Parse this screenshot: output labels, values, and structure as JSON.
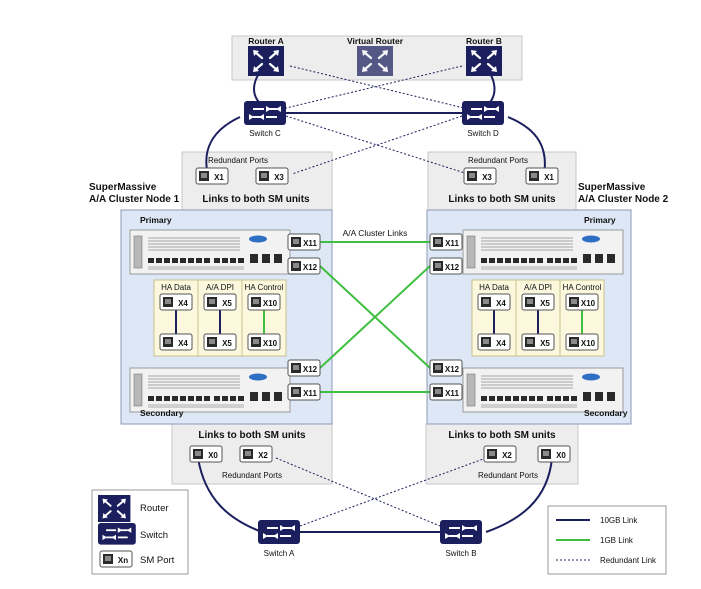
{
  "routers": {
    "a": "Router A",
    "virtual": "Virtual Router",
    "b": "Router B"
  },
  "switches": {
    "c": "Switch C",
    "d": "Switch D",
    "a": "Switch A",
    "b": "Switch B"
  },
  "text": {
    "redundant_ports": "Redundant Ports",
    "links_both": "Links to both SM units",
    "node1_line1": "SuperMassive",
    "node1_line2": "A/A Cluster Node  1",
    "node2_line1": "SuperMassive",
    "node2_line2": "A/A Cluster Node  2",
    "primary": "Primary",
    "secondary": "Secondary",
    "aa_cluster_links": "A/A Cluster Links",
    "ha_data": "HA Data",
    "aa_dpi": "A/A DPI",
    "ha_control": "HA Control"
  },
  "ports": {
    "x0": "X0",
    "x1": "X1",
    "x2": "X2",
    "x3": "X3",
    "x4": "X4",
    "x5": "X5",
    "x10": "X10",
    "x11": "X11",
    "x12": "X12"
  },
  "legend": {
    "router": "Router",
    "switch": "Switch",
    "port_tag": "Xn",
    "sm_port": "SM Port",
    "link_10gb": "10GB Link",
    "link_1gb": "1GB  Link",
    "link_redundant": "Redundant Link"
  },
  "colors": {
    "navy": "#1b1f5e",
    "green": "#3fbf3f",
    "node_fill": "#dde7f5",
    "node_stroke": "#8a9ab8",
    "panel_fill": "#ededed",
    "ha_fill": "#fbf8de",
    "ha_stroke": "#c8c28a"
  },
  "icons": {
    "router": "router-icon",
    "switch": "switch-icon",
    "port": "port-icon",
    "appliance": "appliance-icon"
  }
}
